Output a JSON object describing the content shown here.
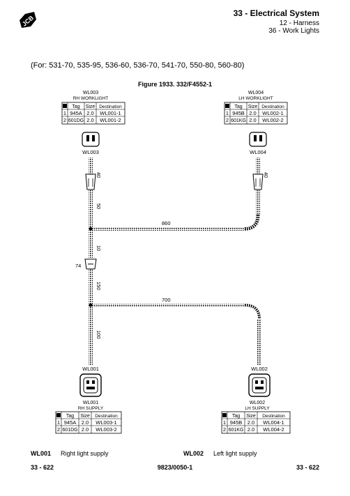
{
  "header": {
    "title": "33 - Electrical System",
    "line2": "12 - Harness",
    "line3": "36 - Work Lights",
    "logo_text": "JCB"
  },
  "models_note": "(For: 531-70, 535-95, 536-60, 536-70, 541-70, 550-80, 560-80)",
  "figure_caption": "Figure 1933. 332/F4552-1",
  "table_headers": {
    "col1": "Tag",
    "col2": "Size",
    "col3": "Destination"
  },
  "connectors": {
    "wl003": {
      "name": "WL003",
      "desc": "RH WORKLIGHT",
      "label": "WL003",
      "rows": [
        {
          "n": "1",
          "tag": "945A",
          "size": "2.0",
          "dest": "WL001-1"
        },
        {
          "n": "2",
          "tag": "601DG",
          "size": "2.0",
          "dest": "WL001-2"
        }
      ]
    },
    "wl004": {
      "name": "WL004",
      "desc": "LH WORKLIGHT",
      "label": "WL004",
      "rows": [
        {
          "n": "1",
          "tag": "945B",
          "size": "2.0",
          "dest": "WL002-1"
        },
        {
          "n": "2",
          "tag": "601KG",
          "size": "2.0",
          "dest": "WL002-2"
        }
      ]
    },
    "wl001": {
      "name": "WL001",
      "desc": "RH SUPPLY",
      "label": "WL001",
      "rows": [
        {
          "n": "1",
          "tag": "945A",
          "size": "2.0",
          "dest": "WL003-1"
        },
        {
          "n": "2",
          "tag": "601DG",
          "size": "2.0",
          "dest": "WL003-2"
        }
      ]
    },
    "wl002": {
      "name": "WL002",
      "desc": "LH SUPPLY",
      "label": "WL002",
      "rows": [
        {
          "n": "1",
          "tag": "945B",
          "size": "2.0",
          "dest": "WL004-1"
        },
        {
          "n": "2",
          "tag": "601KG",
          "size": "2.0",
          "dest": "WL004-2"
        }
      ]
    }
  },
  "dimensions": {
    "d40_left": "40",
    "d40_right": "40",
    "d50": "50",
    "d860": "860",
    "d10": "10",
    "d74": "74",
    "d150": "150",
    "d700": "700",
    "d100": "100"
  },
  "legend": {
    "item1_code": "WL001",
    "item1_desc": "Right light supply",
    "item2_code": "WL002",
    "item2_desc": "Left light supply"
  },
  "footer": {
    "page_left": "33 - 622",
    "doc_number": "9823/0050-1",
    "page_right": "33 - 622"
  }
}
